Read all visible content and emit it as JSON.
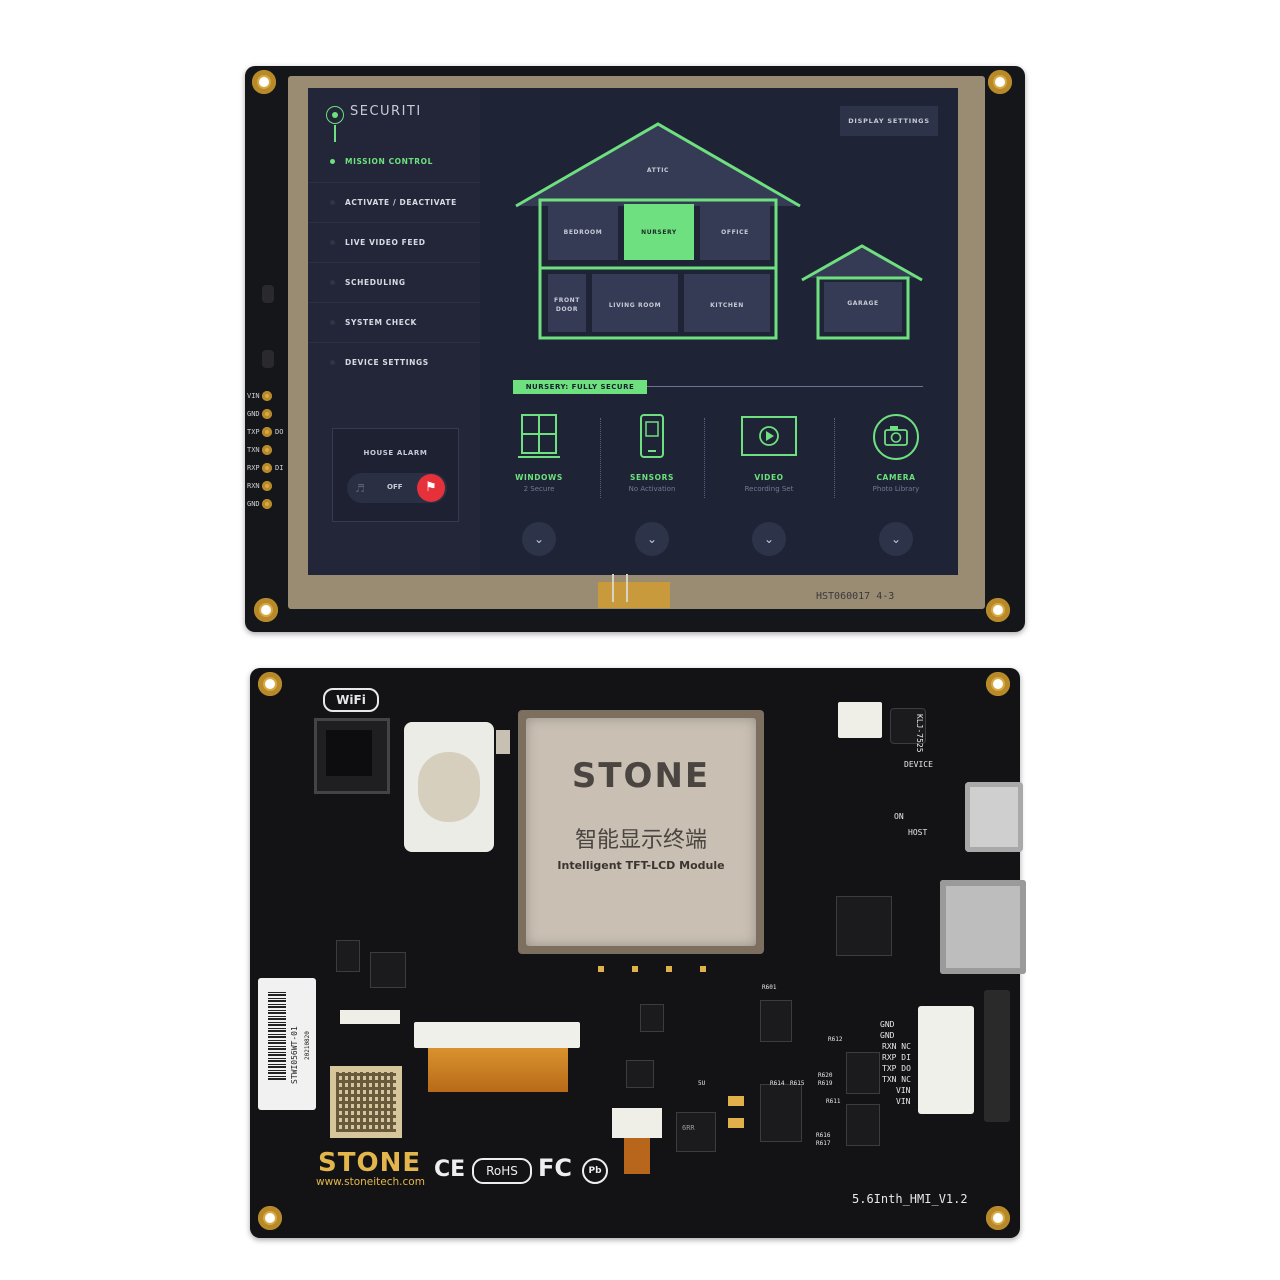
{
  "front_board": {
    "serial": "HST060017 4-3",
    "pin_labels": [
      "VIN",
      "GND",
      "TXP",
      "TXN",
      "RXP",
      "RXN",
      "GND"
    ],
    "pin_extra": [
      "DO",
      "DI"
    ]
  },
  "app": {
    "brand": "SECURITI",
    "nav": [
      {
        "label": "MISSION CONTROL",
        "active": true
      },
      {
        "label": "ACTIVATE / DEACTIVATE",
        "active": false
      },
      {
        "label": "LIVE VIDEO FEED",
        "active": false
      },
      {
        "label": "SCHEDULING",
        "active": false
      },
      {
        "label": "SYSTEM CHECK",
        "active": false
      },
      {
        "label": "DEVICE SETTINGS",
        "active": false
      }
    ],
    "alarm": {
      "title": "HOUSE ALARM",
      "state": "OFF"
    },
    "display_settings": "DISPLAY SETTINGS",
    "rooms": {
      "attic": "ATTIC",
      "bedroom": "BEDROOM",
      "nursery": "NURSERY",
      "office": "OFFICE",
      "front_door_1": "FRONT",
      "front_door_2": "DOOR",
      "living_room": "LIVING ROOM",
      "kitchen": "KITCHEN",
      "garage": "GARAGE"
    },
    "selected_room": "NURSERY",
    "status": "NURSERY: FULLY SECURE",
    "devices": [
      {
        "name": "WINDOWS",
        "sub": "2 Secure",
        "icon": "window-icon"
      },
      {
        "name": "SENSORS",
        "sub": "No Activation",
        "icon": "phone-sensor-icon"
      },
      {
        "name": "VIDEO",
        "sub": "Recording Set",
        "icon": "video-play-icon"
      },
      {
        "name": "CAMERA",
        "sub": "Photo Library",
        "icon": "camera-icon"
      }
    ],
    "accent_color": "#6ee07f",
    "alarm_color": "#e6303a"
  },
  "back_board": {
    "wifi": "WiFi",
    "chip_brand": "STONE",
    "chip_cn": "智能显示终端",
    "chip_en": "Intelligent TFT-LCD Module",
    "sticker_id": "STWI056WT-01",
    "sticker_date": "20210820",
    "logo": "STONE",
    "url": "www.stoneitech.com",
    "cert": {
      "ce": "CE",
      "rohs": "RoHS",
      "fc": "FC",
      "pb": "Pb"
    },
    "version": "5.6Inth_HMI_V1.2",
    "silk": {
      "kl": "KLJ-7525",
      "device": "DEVICE",
      "host": "HOST",
      "on": "ON",
      "r601": "R601",
      "r612": "R612",
      "r620": "R620",
      "r619": "R619",
      "r614": "R614",
      "r615": "R615",
      "r611": "R611",
      "r616": "R616",
      "r617": "R617",
      "l": "5U",
      "chip_6rr": "6RR",
      "pins": [
        "GND",
        "GND",
        "RXN NC",
        "RXP DI",
        "TXP DO",
        "TXN NC",
        "VIN",
        "VIN"
      ]
    }
  }
}
